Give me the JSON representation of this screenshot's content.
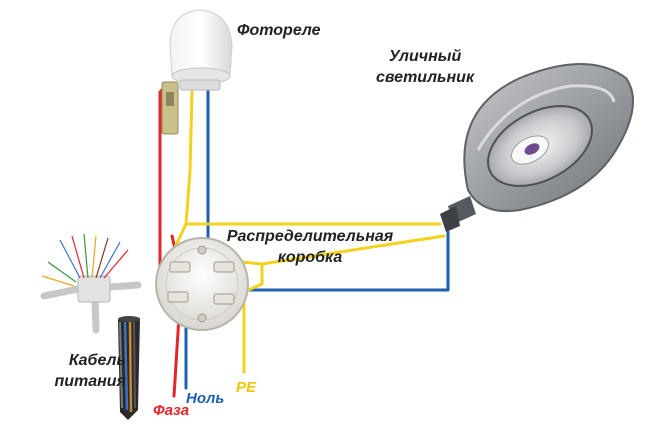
{
  "labels": {
    "photorelay": "Фотореле",
    "street_lamp_line1": "Уличный",
    "street_lamp_line2": "светильник",
    "junction_box_line1": "Распределительная",
    "junction_box_line2": "коробка",
    "cable_line1": "Кабель",
    "cable_line2": "питания",
    "phase": "Фаза",
    "neutral": "Ноль",
    "pe": "PE"
  },
  "colors": {
    "phase": "#e4262b",
    "neutral": "#1f5fb0",
    "pe": "#f2d21c"
  }
}
